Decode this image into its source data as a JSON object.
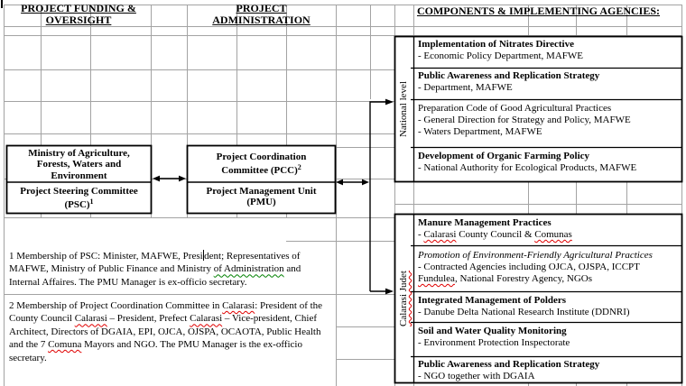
{
  "headers": {
    "funding": {
      "line1": "PROJECT FUNDING &",
      "line2": "OVERSIGHT"
    },
    "administration": {
      "line1": "PROJECT",
      "line2": "ADMINISTRATION"
    },
    "components": {
      "line1": "COMPONENTS & IMPLEMENTING AGENCIES:"
    }
  },
  "org": {
    "ministry": {
      "line1": "Ministry of Agriculture,",
      "line2": "Forests, Waters and",
      "line3": "Environment"
    },
    "psc": {
      "line1": "Project Steering Committee",
      "line2": "(PSC)",
      "ref": "1"
    },
    "pcc": {
      "line1": "Project Coordination",
      "line2": "Committee (PCC)",
      "ref": "2"
    },
    "pmu": {
      "line1": "Project Management Unit",
      "line2": "(PMU)"
    }
  },
  "national": {
    "label": "National level",
    "items": [
      {
        "title": "Implementation of Nitrates Directive",
        "line1": "- Economic Policy Department, MAFWE"
      },
      {
        "title": "Public Awareness and Replication Strategy",
        "line1": "- Department, MAFWE"
      },
      {
        "title": "Preparation Code of Good Agricultural Practices",
        "line1": "- General Direction for Strategy and Policy, MAFWE",
        "line2": "- Waters Department, MAFWE"
      },
      {
        "title": "Development of Organic Farming Policy",
        "line1": "- National Authority for Ecological Products, MAFWE"
      }
    ]
  },
  "calarasi": {
    "label": "Calarasi Judet",
    "items": [
      {
        "title": "Manure Management Practices",
        "seg_dash": "- ",
        "seg_w1": "Calarasi",
        "seg_mid": " County Council & ",
        "seg_w2": "Comunas"
      },
      {
        "title": "Promotion of Environment-Friendly Agricultural Practices",
        "line1": "- Contracted Agencies including OJCA, OJSPA, ICCPT",
        "seg_w1": "Fundulea",
        "seg_rest": ", National Forestry Agency, NGOs"
      },
      {
        "title": "Integrated Management of Polders",
        "line1": "- Danube Delta National Research Institute (DDNRI)"
      },
      {
        "title": "Soil and Water Quality Monitoring",
        "line1": "- Environment Protection Inspectorate"
      },
      {
        "title": "Public Awareness and Replication Strategy",
        "line1": "- NGO together with DGAIA"
      }
    ]
  },
  "footnotes": {
    "f1": {
      "l1a": "1 Membership of PSC: Minister, MAFWE, Presi",
      "l1b": "dent; Representatives of",
      "l2a": "MAFWE, Ministry of Public Finance and Ministry ",
      "l2b": "of Administration",
      "l2c": " and",
      "l3": "Internal Affaires. The PMU Manager is ex-officio secretary."
    },
    "f2": {
      "l1a": "2 Membership of Project Coordination Committee in ",
      "l1b": "Calarasi",
      "l1c": ": President of the",
      "l2a": "County Council ",
      "l2b": "Calarasi",
      "l2c": " – President, Prefect ",
      "l2d": "Calarasi",
      "l2e": " – Vice-president, Chief",
      "l3": "Architect, Directors of DGAIA, EPI, OJCA, OJSPA, OCAOTA, Public Health",
      "l4a": "and the 7 ",
      "l4b": "Comuna",
      "l4c": " Mayors and NGO. The PMU Manager is the ex-officio",
      "l5": "secretary."
    }
  },
  "colors": {
    "grid": "#a3a3a3",
    "line": "#000000",
    "spellcheck": "#e00000",
    "grammar": "#008000"
  }
}
